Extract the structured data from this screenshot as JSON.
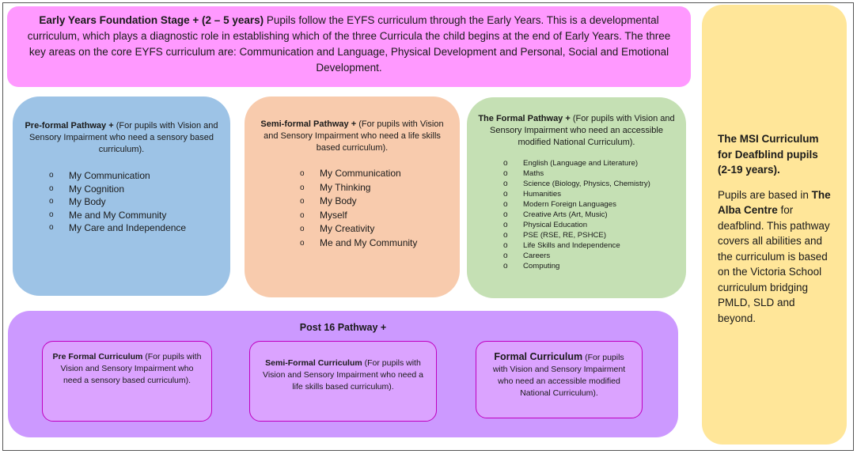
{
  "eyfs": {
    "title": "Early Years Foundation Stage + (2 – 5 years)",
    "text": " Pupils follow the EYFS curriculum through the Early Years. This is a developmental curriculum, which plays a diagnostic role in establishing which of the three Curricula the child begins at the end of Early Years. The three key areas on the core EYFS curriculum are: Communication and Language, Physical Development and Personal, Social and Emotional Development."
  },
  "preformal": {
    "title": "Pre-formal Pathway +",
    "desc": " (For pupils with Vision and Sensory Impairment who need a sensory based curriculum).",
    "items": [
      "My Communication",
      "My Cognition",
      "My Body",
      "Me and My Community",
      "My Care and Independence"
    ]
  },
  "semiformal": {
    "title": "Semi-formal Pathway +",
    "desc": " (For pupils with Vision and Sensory Impairment who need a life skills based curriculum).",
    "items": [
      "My Communication",
      "My Thinking",
      "My Body",
      "Myself",
      "My Creativity",
      "Me and My Community"
    ]
  },
  "formal": {
    "title": "The Formal Pathway +",
    "desc": " (For pupils with Vision and Sensory Impairment who need an accessible modified National Curriculum).",
    "items": [
      "English (Language and Literature)",
      "Maths",
      "Science (Biology, Physics, Chemistry)",
      "Humanities",
      "Modern Foreign Languages",
      "Creative Arts (Art, Music)",
      "Physical Education",
      "PSE (RSE, RE, PSHCE)",
      "Life Skills and Independence",
      "Careers",
      "Computing"
    ]
  },
  "post16": {
    "title": "Post 16 Pathway +",
    "pre": {
      "title": "Pre Formal Curriculum",
      "desc": " (For pupils with Vision and Sensory Impairment who need a sensory based curriculum)."
    },
    "semi": {
      "title": "Semi-Formal Curriculum",
      "desc": " (For pupils with Vision and Sensory Impairment who need a life skills based curriculum)."
    },
    "formal": {
      "title": "Formal Curriculum",
      "desc": " (For pupils with Vision and Sensory Impairment who need an accessible modified National Curriculum)."
    }
  },
  "msi": {
    "title": "The MSI Curriculum for Deafblind pupils (2-19 years).",
    "text_1": "Pupils are based in ",
    "centre": "The Alba Centre",
    "text_2": " for deafblind. This pathway covers all abilities and the curriculum is based on the Victoria School curriculum bridging PMLD, SLD and beyond."
  },
  "bullet_glyph": "o",
  "colors": {
    "eyfs": "#ff99ff",
    "preformal": "#9dc3e6",
    "semiformal": "#f8cbad",
    "formal": "#c5e0b4",
    "post16": "#cc99ff",
    "post16_border": "#c000c0",
    "msi": "#ffe699"
  }
}
